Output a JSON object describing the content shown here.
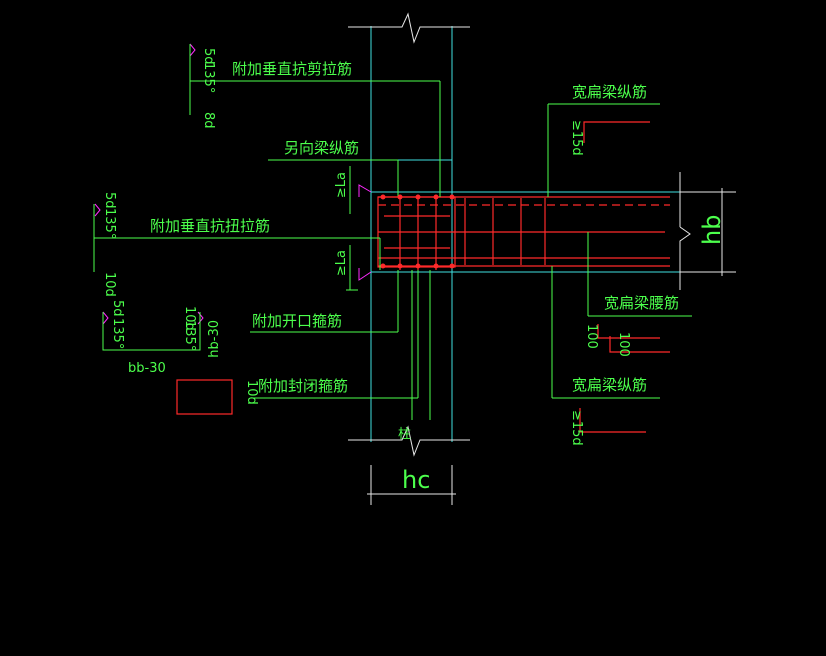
{
  "colors": {
    "background": "#000000",
    "column_lines": "#40e0e0",
    "leader_text": "#4cff4c",
    "rebar": "#ff2a2a",
    "break_lines": "#e8e8e8",
    "anchor_hooks": "#ff2aff"
  },
  "labels": {
    "add_shear_tie": "附加垂直抗剪拉筋",
    "other_beam_long": "另向梁纵筋",
    "add_torsion_tie": "附加垂直抗扭拉筋",
    "add_open_stirrup": "附加开口箍筋",
    "add_closed_stirrup": "附加封闭箍筋",
    "wide_beam_long_top": "宽扁梁纵筋",
    "wide_beam_waist": "宽扁梁腰筋",
    "wide_beam_long_bot": "宽扁梁纵筋"
  },
  "dims": {
    "hook_5d_1": "5d",
    "hook_135_1": "135°",
    "hook_8d": "8d",
    "hook_5d_2": "5d",
    "hook_135_2": "135°",
    "hook_10d_1": "10d",
    "open_5d": "5d",
    "open_135_l": "135°",
    "open_10d": "10d",
    "open_135_r": "135°",
    "bb30_vert": "hb-30",
    "bb30_horz": "bb-30",
    "closed_10d": "10d",
    "la_top": "≥La",
    "la_bot": "≥La",
    "hb": "hb",
    "hc": "hc",
    "fifteen_d_top": "≥15d",
    "fifteen_d_bot": "≥15d",
    "hundred_1": "100",
    "hundred_2": "100",
    "column": "柱"
  }
}
